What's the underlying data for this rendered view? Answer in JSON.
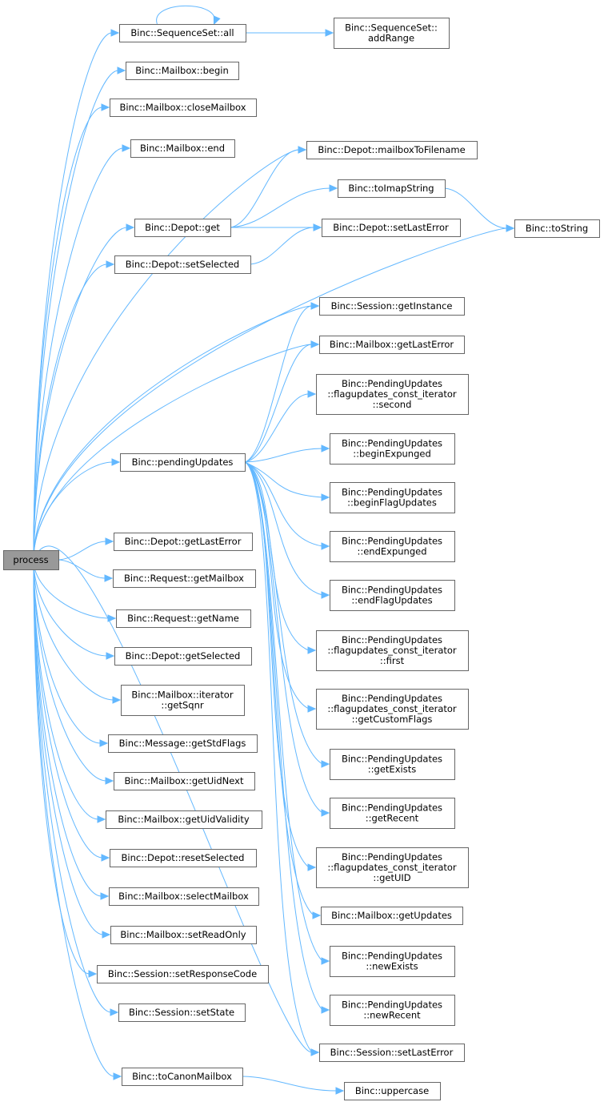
{
  "graph": {
    "edge_color": "#63b8ff",
    "node_border_color": "#666666",
    "root_fill_color": "#999999",
    "root": {
      "id": "process",
      "lines": [
        "process"
      ]
    },
    "nodes": [
      {
        "id": "seq_all",
        "lines": [
          "Binc::SequenceSet::all"
        ]
      },
      {
        "id": "seq_addrange",
        "lines": [
          "Binc::SequenceSet::",
          "addRange"
        ]
      },
      {
        "id": "mb_begin",
        "lines": [
          "Binc::Mailbox::begin"
        ]
      },
      {
        "id": "mb_close",
        "lines": [
          "Binc::Mailbox::closeMailbox"
        ]
      },
      {
        "id": "mb_end",
        "lines": [
          "Binc::Mailbox::end"
        ]
      },
      {
        "id": "dp_mbtofile",
        "lines": [
          "Binc::Depot::mailboxToFilename"
        ]
      },
      {
        "id": "toimap",
        "lines": [
          "Binc::toImapString"
        ]
      },
      {
        "id": "dp_get",
        "lines": [
          "Binc::Depot::get"
        ]
      },
      {
        "id": "dp_setlasterr",
        "lines": [
          "Binc::Depot::setLastError"
        ]
      },
      {
        "id": "tostring",
        "lines": [
          "Binc::toString"
        ]
      },
      {
        "id": "dp_setsel",
        "lines": [
          "Binc::Depot::setSelected"
        ]
      },
      {
        "id": "ses_getinst",
        "lines": [
          "Binc::Session::getInstance"
        ]
      },
      {
        "id": "mb_getlasterr",
        "lines": [
          "Binc::Mailbox::getLastError"
        ]
      },
      {
        "id": "pu_second",
        "lines": [
          "Binc::PendingUpdates",
          "::flagupdates_const_iterator",
          "::second"
        ]
      },
      {
        "id": "pu_beginexp",
        "lines": [
          "Binc::PendingUpdates",
          "::beginExpunged"
        ]
      },
      {
        "id": "pending",
        "lines": [
          "Binc::pendingUpdates"
        ]
      },
      {
        "id": "pu_beginflag",
        "lines": [
          "Binc::PendingUpdates",
          "::beginFlagUpdates"
        ]
      },
      {
        "id": "dp_getlasterr",
        "lines": [
          "Binc::Depot::getLastError"
        ]
      },
      {
        "id": "pu_endexp",
        "lines": [
          "Binc::PendingUpdates",
          "::endExpunged"
        ]
      },
      {
        "id": "req_getmb",
        "lines": [
          "Binc::Request::getMailbox"
        ]
      },
      {
        "id": "pu_endflag",
        "lines": [
          "Binc::PendingUpdates",
          "::endFlagUpdates"
        ]
      },
      {
        "id": "req_getname",
        "lines": [
          "Binc::Request::getName"
        ]
      },
      {
        "id": "pu_first",
        "lines": [
          "Binc::PendingUpdates",
          "::flagupdates_const_iterator",
          "::first"
        ]
      },
      {
        "id": "dp_getsel",
        "lines": [
          "Binc::Depot::getSelected"
        ]
      },
      {
        "id": "mb_it_sqnr",
        "lines": [
          "Binc::Mailbox::iterator",
          "::getSqnr"
        ]
      },
      {
        "id": "pu_custom",
        "lines": [
          "Binc::PendingUpdates",
          "::flagupdates_const_iterator",
          "::getCustomFlags"
        ]
      },
      {
        "id": "msg_stdflags",
        "lines": [
          "Binc::Message::getStdFlags"
        ]
      },
      {
        "id": "pu_getexists",
        "lines": [
          "Binc::PendingUpdates",
          "::getExists"
        ]
      },
      {
        "id": "mb_uidnext",
        "lines": [
          "Binc::Mailbox::getUidNext"
        ]
      },
      {
        "id": "pu_getrecent",
        "lines": [
          "Binc::PendingUpdates",
          "::getRecent"
        ]
      },
      {
        "id": "mb_uidvalidity",
        "lines": [
          "Binc::Mailbox::getUidValidity"
        ]
      },
      {
        "id": "dp_resetsel",
        "lines": [
          "Binc::Depot::resetSelected"
        ]
      },
      {
        "id": "pu_getuid",
        "lines": [
          "Binc::PendingUpdates",
          "::flagupdates_const_iterator",
          "::getUID"
        ]
      },
      {
        "id": "mb_selectmb",
        "lines": [
          "Binc::Mailbox::selectMailbox"
        ]
      },
      {
        "id": "mb_getupdates",
        "lines": [
          "Binc::Mailbox::getUpdates"
        ]
      },
      {
        "id": "mb_setro",
        "lines": [
          "Binc::Mailbox::setReadOnly"
        ]
      },
      {
        "id": "pu_newexists",
        "lines": [
          "Binc::PendingUpdates",
          "::newExists"
        ]
      },
      {
        "id": "ses_setresp",
        "lines": [
          "Binc::Session::setResponseCode"
        ]
      },
      {
        "id": "pu_newrecent",
        "lines": [
          "Binc::PendingUpdates",
          "::newRecent"
        ]
      },
      {
        "id": "ses_setstate",
        "lines": [
          "Binc::Session::setState"
        ]
      },
      {
        "id": "ses_setlasterr",
        "lines": [
          "Binc::Session::setLastError"
        ]
      },
      {
        "id": "tocanon",
        "lines": [
          "Binc::toCanonMailbox"
        ]
      },
      {
        "id": "uppercase",
        "lines": [
          "Binc::uppercase"
        ]
      }
    ],
    "edges": [
      [
        "seq_all",
        "seq_all"
      ],
      [
        "seq_all",
        "seq_addrange"
      ],
      [
        "process",
        "seq_all"
      ],
      [
        "process",
        "mb_begin"
      ],
      [
        "process",
        "mb_close"
      ],
      [
        "process",
        "mb_end"
      ],
      [
        "process",
        "dp_mbtofile"
      ],
      [
        "process",
        "dp_get"
      ],
      [
        "process",
        "dp_setsel"
      ],
      [
        "process",
        "tostring"
      ],
      [
        "process",
        "ses_getinst"
      ],
      [
        "process",
        "mb_getlasterr"
      ],
      [
        "process",
        "pending"
      ],
      [
        "process",
        "ses_setlasterr"
      ],
      [
        "process",
        "dp_getlasterr"
      ],
      [
        "process",
        "req_getmb"
      ],
      [
        "process",
        "req_getname"
      ],
      [
        "process",
        "dp_getsel"
      ],
      [
        "process",
        "mb_it_sqnr"
      ],
      [
        "process",
        "msg_stdflags"
      ],
      [
        "process",
        "mb_uidnext"
      ],
      [
        "process",
        "mb_uidvalidity"
      ],
      [
        "process",
        "dp_resetsel"
      ],
      [
        "process",
        "mb_selectmb"
      ],
      [
        "process",
        "mb_setro"
      ],
      [
        "process",
        "ses_setresp"
      ],
      [
        "process",
        "ses_setstate"
      ],
      [
        "process",
        "tocanon"
      ],
      [
        "dp_get",
        "dp_mbtofile"
      ],
      [
        "dp_get",
        "toimap"
      ],
      [
        "dp_get",
        "dp_setlasterr"
      ],
      [
        "toimap",
        "tostring"
      ],
      [
        "dp_setsel",
        "dp_setlasterr"
      ],
      [
        "pending",
        "ses_getinst"
      ],
      [
        "pending",
        "mb_getlasterr"
      ],
      [
        "pending",
        "pu_second"
      ],
      [
        "pending",
        "pu_beginexp"
      ],
      [
        "pending",
        "pu_beginflag"
      ],
      [
        "pending",
        "pu_endexp"
      ],
      [
        "pending",
        "pu_endflag"
      ],
      [
        "pending",
        "pu_first"
      ],
      [
        "pending",
        "pu_custom"
      ],
      [
        "pending",
        "pu_getexists"
      ],
      [
        "pending",
        "pu_getrecent"
      ],
      [
        "pending",
        "pu_getuid"
      ],
      [
        "pending",
        "mb_getupdates"
      ],
      [
        "pending",
        "pu_newexists"
      ],
      [
        "pending",
        "pu_newrecent"
      ],
      [
        "pending",
        "ses_setlasterr"
      ],
      [
        "tocanon",
        "uppercase"
      ]
    ]
  }
}
